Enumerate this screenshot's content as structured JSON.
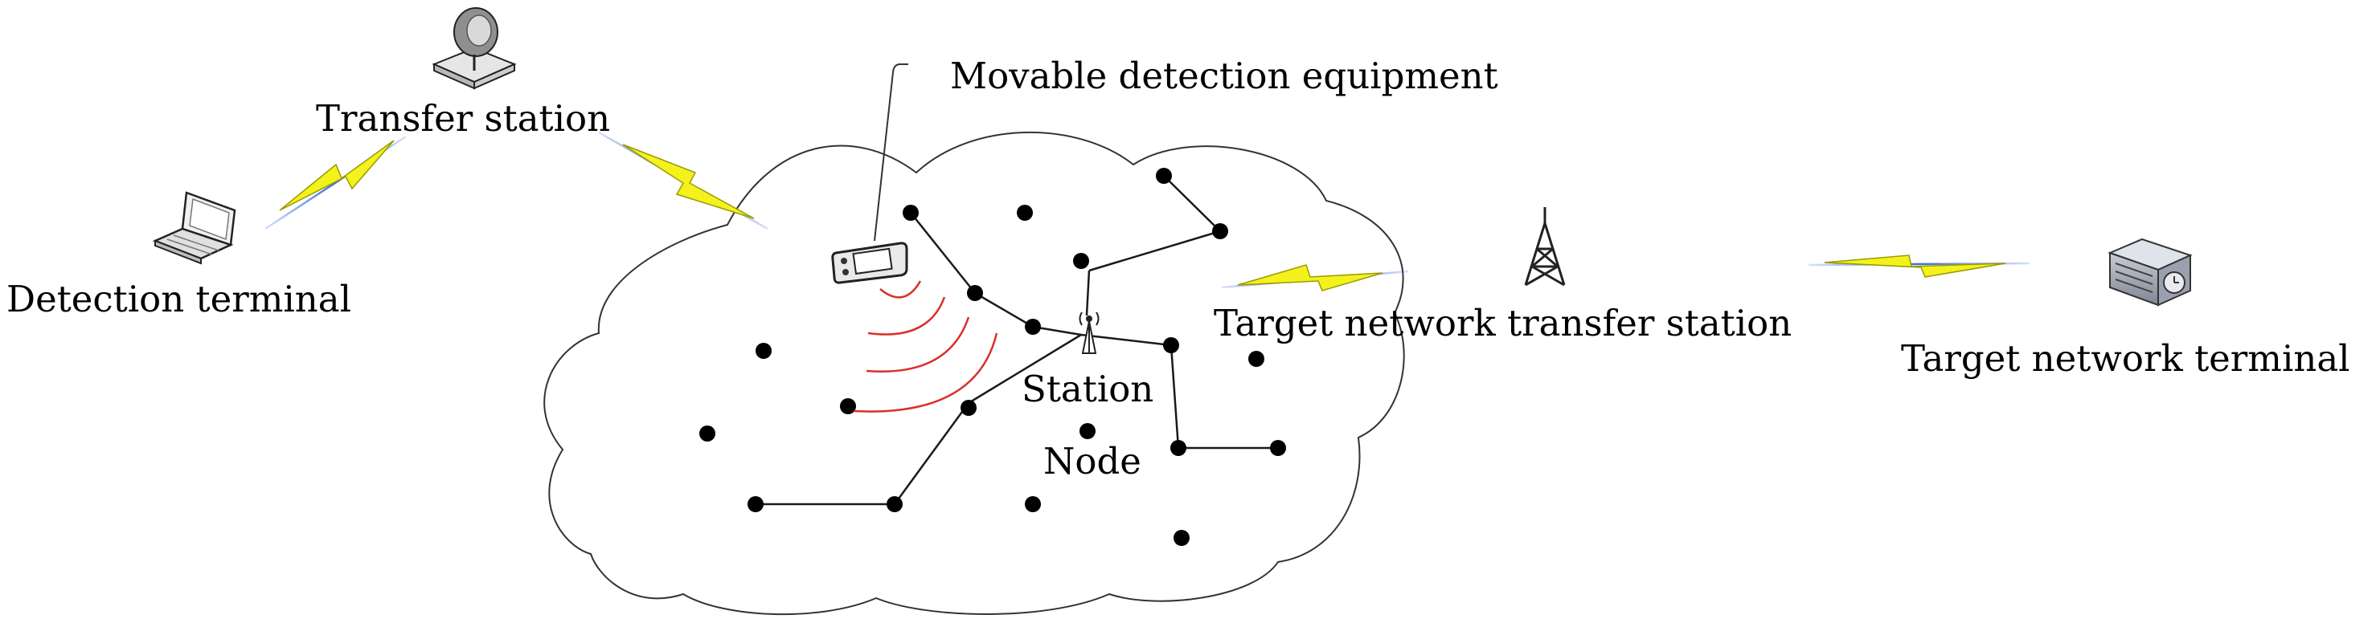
{
  "labels": {
    "transfer_station": "Transfer station",
    "detection_terminal": "Detection terminal",
    "movable_detection_equipment": "Movable detection equipment",
    "target_network_transfer_station": "Target network transfer station",
    "target_network_terminal": "Target network terminal",
    "station": "Station",
    "node": "Node"
  },
  "colors": {
    "lightning_fill": "#f4f21c",
    "lightning_stroke": "#9a9a00",
    "link_blue": "#3b6fd6",
    "signal_red": "#d9302a",
    "node": "#000000",
    "line": "#1a1a1a"
  },
  "icons": {
    "satellite_dish": "satellite-dish-icon",
    "laptop": "laptop-icon",
    "handheld_detector": "handheld-detector-icon",
    "transmission_tower": "transmission-tower-icon",
    "server": "server-icon",
    "antenna": "antenna-icon"
  }
}
